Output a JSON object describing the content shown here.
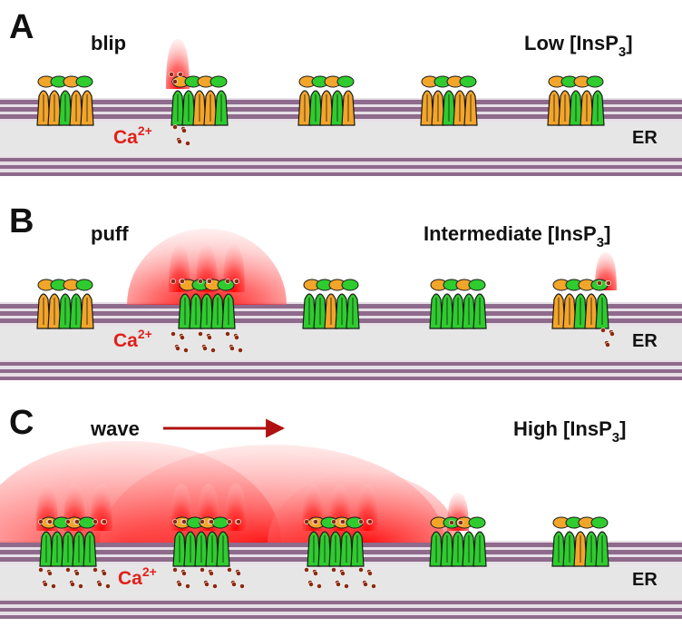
{
  "panels": [
    {
      "letter": "A",
      "event": "blip",
      "condition": {
        "prefix": "Low [InsP",
        "sub": "3",
        "suffix": "]"
      },
      "compartment": "ER",
      "ion": {
        "base": "Ca",
        "charge": "2+"
      }
    },
    {
      "letter": "B",
      "event": "puff",
      "condition": {
        "prefix": "Intermediate [InsP",
        "sub": "3",
        "suffix": "]"
      },
      "compartment": "ER",
      "ion": {
        "base": "Ca",
        "charge": "2+"
      }
    },
    {
      "letter": "C",
      "event": "wave",
      "condition": {
        "prefix": "High [InsP",
        "sub": "3",
        "suffix": "]"
      },
      "compartment": "ER",
      "ion": {
        "base": "Ca",
        "charge": "2+"
      }
    }
  ],
  "colors": {
    "inactive_channel": "#f3a52a",
    "active_channel": "#2ecc2e",
    "channel_outline": "#1a1a1a",
    "membrane_stripe": "#8e6a8c",
    "membrane_gap": "#e6dfe6",
    "er_lumen": "#e6e6e6",
    "calcium_plume": "#ff2a2a",
    "calcium_ion": "#8a2a10",
    "wave_arrow": "#b01010"
  }
}
